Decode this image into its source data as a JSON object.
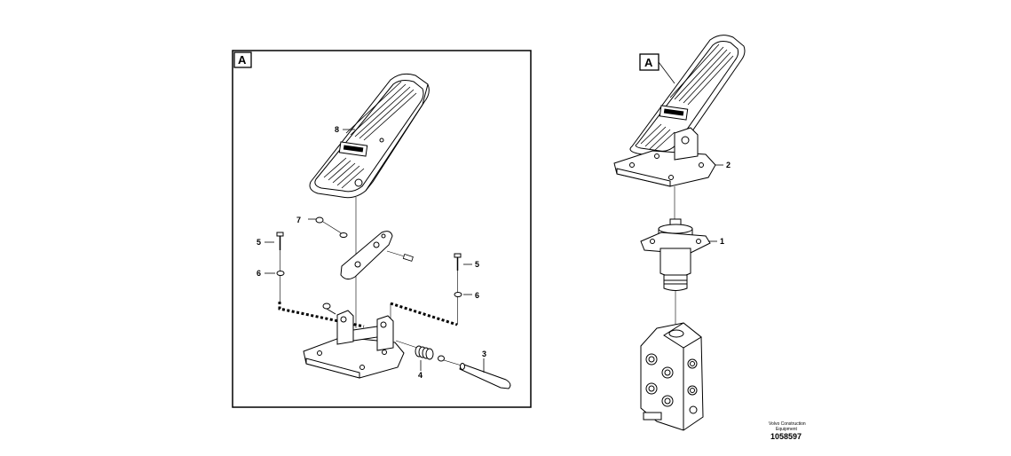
{
  "left_panel": {
    "marker": "A",
    "callouts": [
      "8",
      "7",
      "5",
      "6",
      "5",
      "6",
      "4",
      "3"
    ]
  },
  "right_panel": {
    "marker": "A",
    "callouts": [
      "2",
      "1"
    ]
  },
  "footer": {
    "company_line1": "Volvo Construction",
    "company_line2": "Equipment",
    "drawing_number": "1058597"
  }
}
